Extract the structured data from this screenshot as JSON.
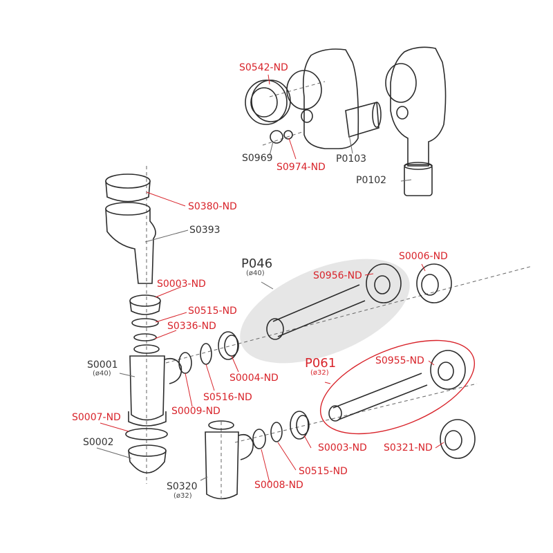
{
  "diagram": {
    "title": "Bottle siphon exploded parts diagram",
    "colors": {
      "red_label": "#d8232a",
      "dark_label": "#333333",
      "highlight_fill": "#e6e6e6",
      "outline": "#2b2b2b"
    },
    "parts": {
      "S0542": "S0542-ND",
      "S0969": "S0969",
      "S0974": "S0974-ND",
      "P0103": "P0103",
      "P0102": "P0102",
      "S0380": "S0380-ND",
      "S0393": "S0393",
      "S0003a": "S0003-ND",
      "S0515a": "S0515-ND",
      "S0336": "S0336-ND",
      "P046": "P046",
      "P046_dia": "(ø40)",
      "S0956": "S0956-ND",
      "S0006": "S0006-ND",
      "S0001": "S0001",
      "S0001_dia": "(ø40)",
      "S0004": "S0004-ND",
      "S0516": "S0516-ND",
      "S0009": "S0009-ND",
      "S0007": "S0007-ND",
      "S0002": "S0002",
      "P061": "P061",
      "P061_dia": "(ø32)",
      "S0955": "S0955-ND",
      "S0003b": "S0003-ND",
      "S0321": "S0321-ND",
      "S0515b": "S0515-ND",
      "S0008": "S0008-ND",
      "S0320": "S0320",
      "S0320_dia": "(ø32)"
    }
  }
}
